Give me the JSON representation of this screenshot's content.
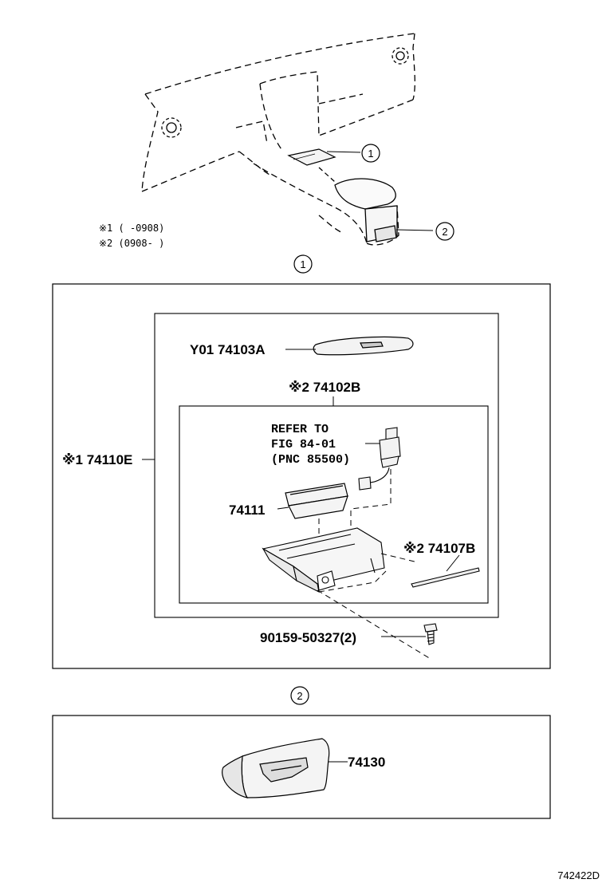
{
  "notes": {
    "note1": "※1 (   -0908)",
    "note2": "※2 (0908-   )"
  },
  "callouts": {
    "c1": "1",
    "c2": "2"
  },
  "section_markers": {
    "s1": "1",
    "s2": "2"
  },
  "parts": {
    "p74103A": "Y01 74103A",
    "p74102B": "※2 74102B",
    "p74110E": "※1 74110E",
    "p74111": "74111",
    "p74107B": "※2 74107B",
    "p90159": "90159-50327(2)",
    "p74130": "74130"
  },
  "refer": {
    "line1": "REFER TO",
    "line2": "FIG 84-01",
    "line3": "(PNC 85500)"
  },
  "figure_code": "742422D"
}
